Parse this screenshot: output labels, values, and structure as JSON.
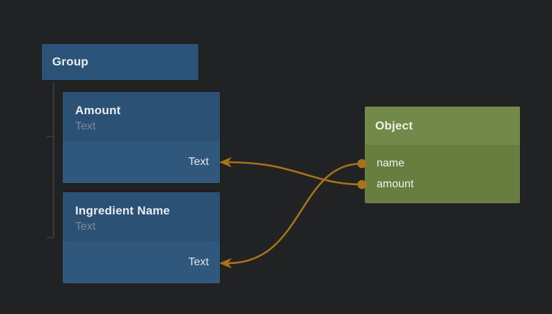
{
  "group": {
    "title": "Group"
  },
  "nodes": [
    {
      "id": "amount",
      "title": "Amount",
      "subtitle": "Text",
      "output_label": "Text"
    },
    {
      "id": "ingredient-name",
      "title": "Ingredient Name",
      "subtitle": "Text",
      "output_label": "Text"
    }
  ],
  "object_node": {
    "title": "Object",
    "inputs": [
      "name",
      "amount"
    ]
  },
  "connections": [
    {
      "from": "Object.name",
      "to": "Ingredient Name.Text"
    },
    {
      "from": "Object.amount",
      "to": "Amount.Text"
    }
  ],
  "colors": {
    "background": "#212223",
    "node_blue_header": "#2b5174",
    "node_blue_body": "#30577c",
    "group_blue": "#2b5377",
    "object_green_header": "#73894a",
    "object_green_body": "#687e41",
    "wire_orange": "#a9731a",
    "tree_line_gray": "#3e4043",
    "title_text": "#e8ecf0",
    "subtitle_text": "#7d8996"
  }
}
